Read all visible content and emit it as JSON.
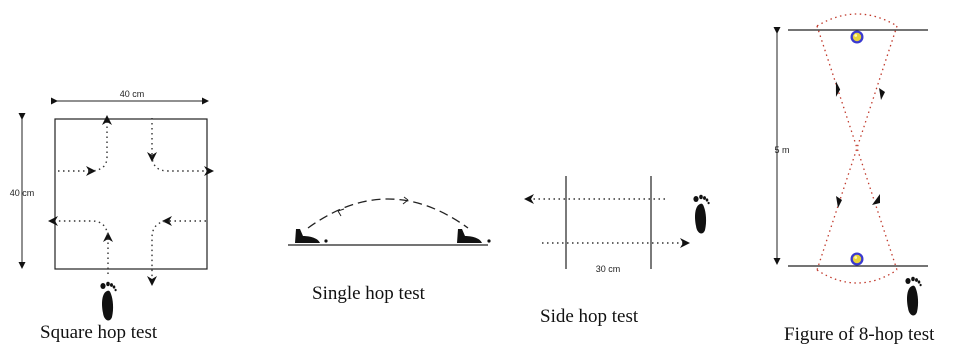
{
  "captions": {
    "square": "Square hop test",
    "single": "Single hop test",
    "side": "Side hop test",
    "figure8": "Figure of 8-hop test"
  },
  "dimensions": {
    "square_width": "40 cm",
    "square_height": "40 cm",
    "side_gap": "30 cm",
    "figure8_length": "5 m"
  },
  "colors": {
    "line": "#222222",
    "dotted": "#333333",
    "figure8_dotted": "#c0392b",
    "marker_fill": "#e8d33a",
    "marker_ring": "#3a3ad0"
  },
  "icons": [
    "footprint-icon",
    "foot-icon",
    "arrowhead-icon",
    "cone-marker-icon"
  ]
}
